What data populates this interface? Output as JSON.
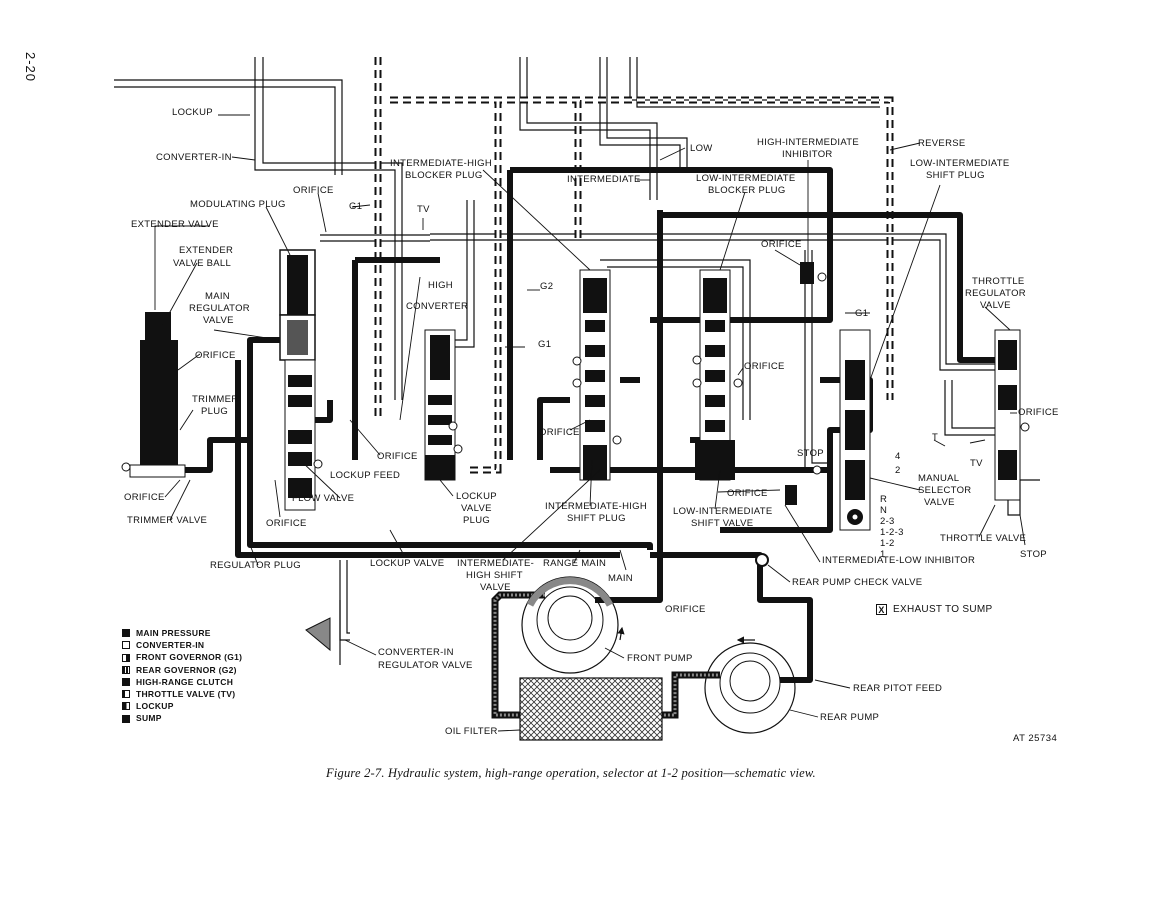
{
  "page_number": "2-20",
  "caption": "Figure 2-7. Hydraulic system, high-range operation, selector at 1-2 position—schematic view.",
  "reference_code": "AT 25734",
  "exhaust_key": {
    "symbol": "X",
    "label": "EXHAUST TO SUMP"
  },
  "legend": [
    {
      "label": "MAIN PRESSURE"
    },
    {
      "label": "CONVERTER-IN"
    },
    {
      "label": "FRONT GOVERNOR (G1)"
    },
    {
      "label": "REAR GOVERNOR (G2)"
    },
    {
      "label": "HIGH-RANGE CLUTCH"
    },
    {
      "label": "THROTTLE VALVE (TV)"
    },
    {
      "label": "LOCKUP"
    },
    {
      "label": "SUMP"
    }
  ],
  "labels": {
    "lockup": "LOCKUP",
    "converter_in": "CONVERTER-IN",
    "modulating_plug": "MODULATING PLUG",
    "orifice": "ORIFICE",
    "extender_valve": "EXTENDER VALVE",
    "extender_valve_ball_1": "EXTENDER",
    "extender_valve_ball_2": "VALVE BALL",
    "main_regulator_1": "MAIN",
    "main_regulator_2": "REGULATOR",
    "main_regulator_3": "VALVE",
    "trimmer_plug_1": "TRIMMER",
    "trimmer_plug_2": "PLUG",
    "trimmer_valve": "TRIMMER VALVE",
    "regulator_plug": "REGULATOR PLUG",
    "g1": "G1",
    "g2": "G2",
    "tv": "TV",
    "t": "T",
    "high": "HIGH",
    "converter": "CONVERTER",
    "lockup_feed": "LOCKUP FEED",
    "flow_valve": "FLOW VALVE",
    "lockup_valve_plug_1": "LOCKUP",
    "lockup_valve_plug_2": "VALVE",
    "lockup_valve_plug_3": "PLUG",
    "lockup_valve": "LOCKUP VALVE",
    "ihbp_1": "INTERMEDIATE-HIGH",
    "ihbp_2": "BLOCKER PLUG",
    "intermediate": "INTERMEDIATE",
    "low": "LOW",
    "libp_1": "LOW-INTERMEDIATE",
    "libp_2": "BLOCKER PLUG",
    "hii_1": "HIGH-INTERMEDIATE",
    "hii_2": "INHIBITOR",
    "reverse": "REVERSE",
    "lisp_1": "LOW-INTERMEDIATE",
    "lisp_2": "SHIFT PLUG",
    "throttle_reg_1": "THROTTLE",
    "throttle_reg_2": "REGULATOR",
    "throttle_reg_3": "VALVE",
    "ihsp_1": "INTERMEDIATE-HIGH",
    "ihsp_2": "SHIFT PLUG",
    "lisv_1": "LOW-INTERMEDIATE",
    "lisv_2": "SHIFT VALVE",
    "ihsv_1": "INTERMEDIATE-",
    "ihsv_2": "HIGH SHIFT",
    "ihsv_3": "VALVE",
    "range_main": "RANGE MAIN",
    "main": "MAIN",
    "stop": "STOP",
    "manual_selector_1": "MANUAL",
    "manual_selector_2": "SELECTOR",
    "manual_selector_3": "VALVE",
    "throttle_valve": "THROTTLE VALVE",
    "intermediate_low_inhibitor": "INTERMEDIATE-LOW INHIBITOR",
    "rear_pump_check_valve": "REAR PUMP CHECK VALVE",
    "front_pump": "FRONT PUMP",
    "rear_pitot_feed": "REAR PITOT FEED",
    "rear_pump": "REAR PUMP",
    "oil_filter": "OIL FILTER",
    "conv_in_reg_1": "CONVERTER-IN",
    "conv_in_reg_2": "REGULATOR VALVE",
    "pos_4": "4",
    "pos_2": "2",
    "pos_r": "R",
    "pos_n": "N",
    "pos_23": "2-3",
    "pos_123": "1-2-3",
    "pos_12": "1-2",
    "pos_1": "1"
  }
}
